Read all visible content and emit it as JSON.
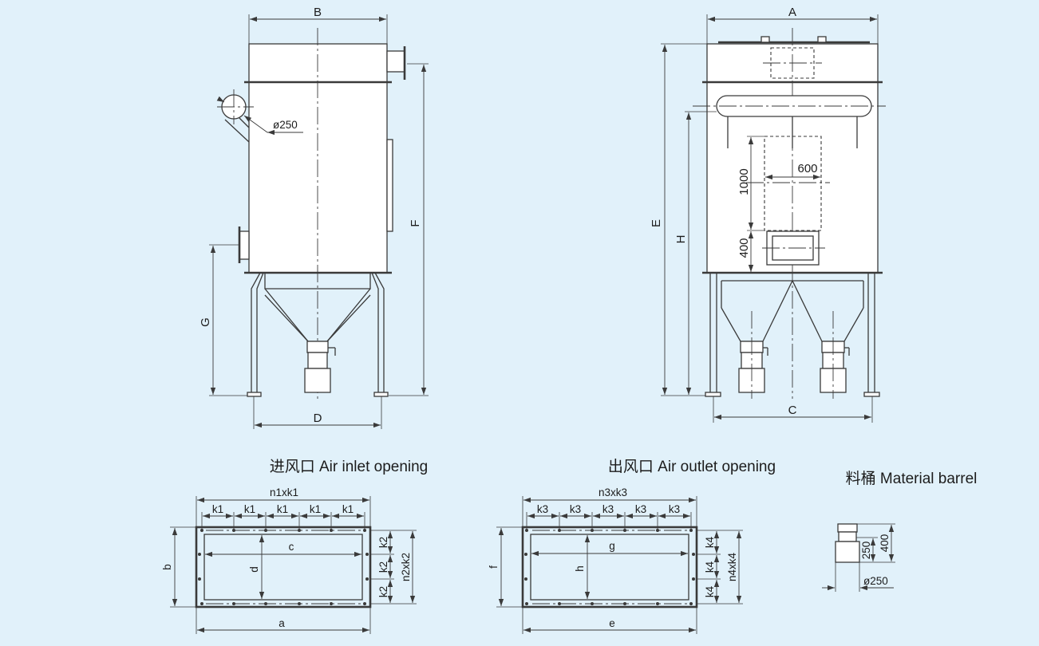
{
  "front_view": {
    "dim_top": "B",
    "dim_right": "F",
    "dim_left": "G",
    "dim_bottom": "D",
    "inlet_dia": "ø250"
  },
  "side_view": {
    "dim_top": "A",
    "dim_outer": "E",
    "dim_inner": "H",
    "dim_bottom": "C",
    "dim_1000": "1000",
    "dim_600": "600",
    "dim_400": "400"
  },
  "inlet": {
    "caption": "进风口  Air inlet opening",
    "pitch_total": "n1xk1",
    "pitch": "k1",
    "side_pitch": "k2",
    "side_total": "n2xk2",
    "inner_w": "c",
    "inner_h": "d",
    "outer_w": "a",
    "outer_h": "b"
  },
  "outlet": {
    "caption": "出风口  Air outlet opening",
    "pitch_total": "n3xk3",
    "pitch": "k3",
    "side_pitch": "k4",
    "side_total": "n4xk4",
    "inner_w": "g",
    "inner_h": "h",
    "outer_w": "e",
    "outer_h": "f"
  },
  "barrel": {
    "caption": "料桶  Material barrel",
    "h1": "250",
    "h2": "400",
    "dia": "ø250"
  }
}
